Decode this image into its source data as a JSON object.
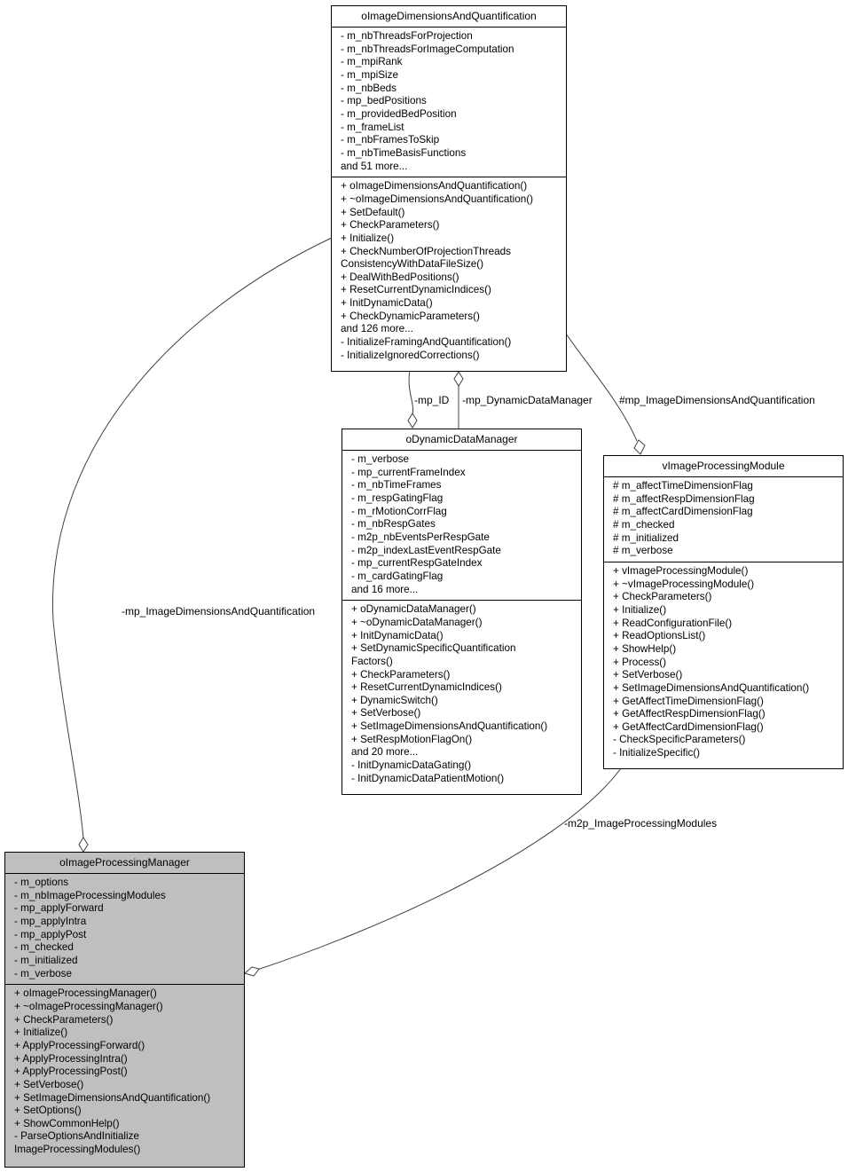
{
  "classes": {
    "dims": {
      "name": "oImageDimensionsAndQuantification",
      "attributes": [
        "- m_nbThreadsForProjection",
        "- m_nbThreadsForImageComputation",
        "- m_mpiRank",
        "- m_mpiSize",
        "- m_nbBeds",
        "- mp_bedPositions",
        "- m_providedBedPosition",
        "- m_frameList",
        "- m_nbFramesToSkip",
        "- m_nbTimeBasisFunctions",
        "and 51 more..."
      ],
      "methods": [
        "+ oImageDimensionsAndQuantification()",
        "+ ~oImageDimensionsAndQuantification()",
        "+ SetDefault()",
        "+ CheckParameters()",
        "+ Initialize()",
        "+ CheckNumberOfProjectionThreads",
        "ConsistencyWithDataFileSize()",
        "+ DealWithBedPositions()",
        "+ ResetCurrentDynamicIndices()",
        "+ InitDynamicData()",
        "+ CheckDynamicParameters()",
        "and 126 more...",
        "- InitializeFramingAndQuantification()",
        "- InitializeIgnoredCorrections()"
      ]
    },
    "dyn": {
      "name": "oDynamicDataManager",
      "attributes": [
        "- m_verbose",
        "- mp_currentFrameIndex",
        "- m_nbTimeFrames",
        "- m_respGatingFlag",
        "- m_rMotionCorrFlag",
        "- m_nbRespGates",
        "- m2p_nbEventsPerRespGate",
        "- m2p_indexLastEventRespGate",
        "- mp_currentRespGateIndex",
        "- m_cardGatingFlag",
        "and 16 more..."
      ],
      "methods": [
        "+ oDynamicDataManager()",
        "+ ~oDynamicDataManager()",
        "+ InitDynamicData()",
        "+ SetDynamicSpecificQuantification",
        "Factors()",
        "+ CheckParameters()",
        "+ ResetCurrentDynamicIndices()",
        "+ DynamicSwitch()",
        "+ SetVerbose()",
        "+ SetImageDimensionsAndQuantification()",
        "+ SetRespMotionFlagOn()",
        "and 20 more...",
        "- InitDynamicDataGating()",
        "- InitDynamicDataPatientMotion()"
      ]
    },
    "vmod": {
      "name": "vImageProcessingModule",
      "attributes": [
        "# m_affectTimeDimensionFlag",
        "# m_affectRespDimensionFlag",
        "# m_affectCardDimensionFlag",
        "# m_checked",
        "# m_initialized",
        "# m_verbose"
      ],
      "methods": [
        "+ vImageProcessingModule()",
        "+ ~vImageProcessingModule()",
        "+ CheckParameters()",
        "+ Initialize()",
        "+ ReadConfigurationFile()",
        "+ ReadOptionsList()",
        "+ ShowHelp()",
        "+ Process()",
        "+ SetVerbose()",
        "+ SetImageDimensionsAndQuantification()",
        "+ GetAffectTimeDimensionFlag()",
        "+ GetAffectRespDimensionFlag()",
        "+ GetAffectCardDimensionFlag()",
        "- CheckSpecificParameters()",
        "- InitializeSpecific()"
      ]
    },
    "mgr": {
      "name": "oImageProcessingManager",
      "attributes": [
        "- m_options",
        "- m_nbImageProcessingModules",
        "- mp_applyForward",
        "- mp_applyIntra",
        "- mp_applyPost",
        "- m_checked",
        "- m_initialized",
        "- m_verbose"
      ],
      "methods": [
        "+ oImageProcessingManager()",
        "+ ~oImageProcessingManager()",
        "+ CheckParameters()",
        "+ Initialize()",
        "+ ApplyProcessingForward()",
        "+ ApplyProcessingIntra()",
        "+ ApplyProcessingPost()",
        "+ SetVerbose()",
        "+ SetImageDimensionsAndQuantification()",
        "+ SetOptions()",
        "+ ShowCommonHelp()",
        "- ParseOptionsAndInitialize",
        "ImageProcessingModules()"
      ]
    }
  },
  "edge_labels": {
    "mp_id": "-mp_ID",
    "mp_dynamic": "-mp_DynamicDataManager",
    "mp_dims_protected": "#mp_ImageDimensionsAndQuantification",
    "mp_dims_private": "-mp_ImageDimensionsAndQuantification",
    "m2p_modules": "-m2p_ImageProcessingModules"
  },
  "colors": {
    "highlight_fill": "#bfbfbf",
    "edge_stroke": "#404040",
    "box_border": "#000000"
  }
}
